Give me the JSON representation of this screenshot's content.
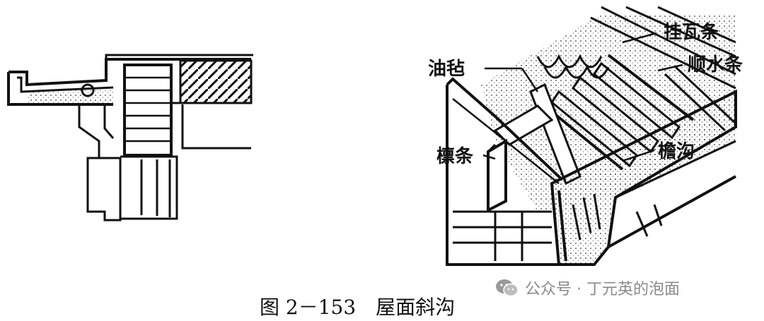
{
  "labels": {
    "guawatiao": "挂瓦条",
    "shunshuitiao": "顺水条",
    "youzhan": "油毡",
    "lintiao": "檩条",
    "yangou": "檐沟"
  },
  "caption": {
    "figure_number": "图 2－153",
    "title": "屋面斜沟"
  },
  "watermark": {
    "text": "公众号 · 丁元英的泡面",
    "icon": "wechat-icon"
  }
}
